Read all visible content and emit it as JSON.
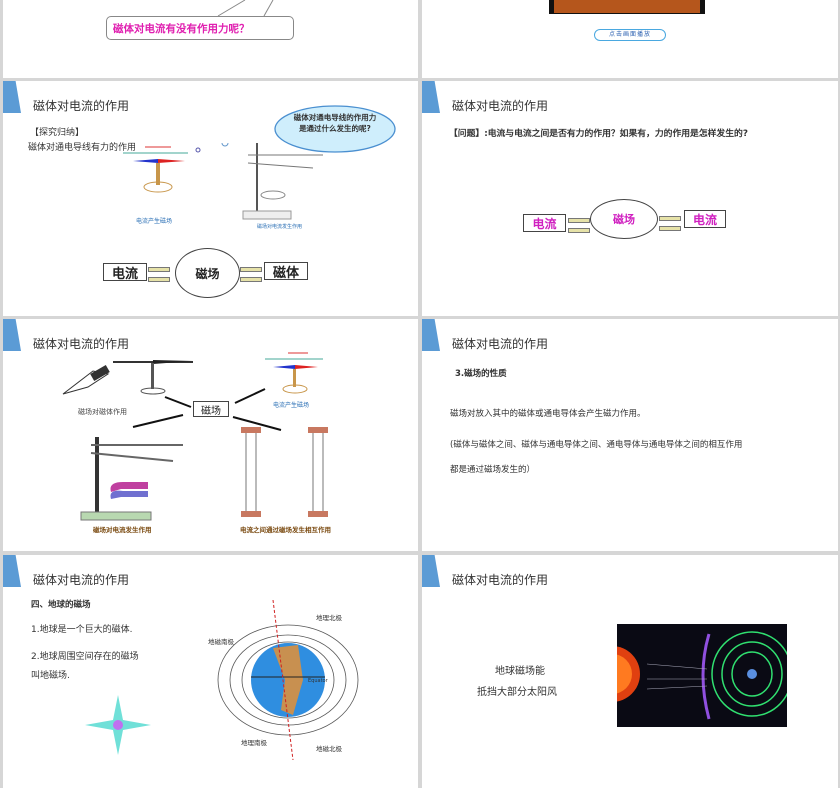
{
  "slides": [
    {
      "callout": "磁体对电流有没有作用力呢？"
    },
    {
      "play_button": "点击画面播放"
    },
    {
      "title": "磁体对电流的作用",
      "heading": "【探究归纳】",
      "text": "磁体对通电导线有力的作用",
      "thought": "磁体对通电导线的作用力是通过什么发生的呢?",
      "caption1": "电流产生磁场",
      "caption2": "磁场对电流发生作用",
      "left": "电流",
      "center": "磁场",
      "right": "磁体"
    },
    {
      "title": "磁体对电流的作用",
      "question": "【问题】:电流与电流之间是否有力的作用？如果有，力的作用是怎样发生的?",
      "left": "电流",
      "center": "磁场",
      "right": "电流"
    },
    {
      "title": "磁体对电流的作用",
      "center": "磁场",
      "caption1": "磁场对磁体作用",
      "caption2": "电流产生磁场",
      "caption3": "磁场对电流发生作用",
      "caption4": "电流之间通过磁场发生相互作用"
    },
    {
      "title": "磁体对电流的作用",
      "heading": "3.磁场的性质",
      "p1": "磁场对放入其中的磁体或通电导体会产生磁力作用。",
      "p2": "(磁体与磁体之间、磁体与通电导体之间、通电导体与通电导体之间的相互作用",
      "p3": "都是通过磁场发生的）"
    },
    {
      "title": "磁体对电流的作用",
      "heading": "四、地球的磁场",
      "p1": "1.地球是一个巨大的磁体.",
      "p2a": "2.地球周围空间存在的磁场",
      "p2b": "叫地磁场.",
      "labels": {
        "geo_north": "地理北极",
        "mag_south": "地磁南极",
        "geo_south": "地理南极",
        "mag_north": "地磁北极",
        "equator": "Equator"
      }
    },
    {
      "title": "磁体对电流的作用",
      "line1": "地球磁场能",
      "line2": "抵挡大部分太阳风"
    }
  ],
  "colors": {
    "accent": "#5b9bd5",
    "magenta": "#e020b0"
  }
}
